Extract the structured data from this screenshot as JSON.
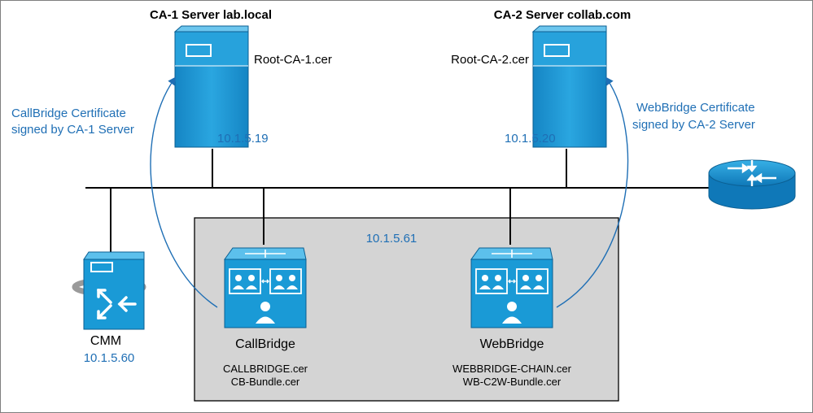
{
  "servers": {
    "ca1": {
      "title": "CA-1 Server lab.local",
      "file": "Root-CA-1.cer",
      "ip": "10.1.5.19",
      "icon": "server-icon"
    },
    "ca2": {
      "title": "CA-2 Server collab.com",
      "file": "Root-CA-2.cer",
      "ip": "10.1.5.20",
      "icon": "server-icon"
    }
  },
  "annotations": {
    "callbridge_cert": [
      "CallBridge Certificate",
      "signed by CA-1 Server"
    ],
    "webbridge_cert": [
      "WebBridge Certificate",
      "signed by CA-2 Server"
    ]
  },
  "cluster": {
    "ip": "10.1.5.61"
  },
  "nodes": {
    "callbridge": {
      "label": "CallBridge",
      "files": [
        "CALLBRIDGE.cer",
        "CB-Bundle.cer"
      ],
      "icon": "meeting-server-icon"
    },
    "webbridge": {
      "label": "WebBridge",
      "files": [
        "WEBBRIDGE-CHAIN.cer",
        "WB-C2W-Bundle.cer"
      ],
      "icon": "meeting-server-icon"
    },
    "cmm": {
      "label": "CMM",
      "ip": "10.1.5.60",
      "icon": "management-server-icon"
    },
    "router": {
      "icon": "router-icon"
    }
  },
  "colors": {
    "device_blue": "#1a9ad6",
    "device_dark": "#0d6fa8",
    "annotation_blue": "#1f6fb5",
    "cluster_fill": "#d4d4d4",
    "line": "#000000"
  }
}
